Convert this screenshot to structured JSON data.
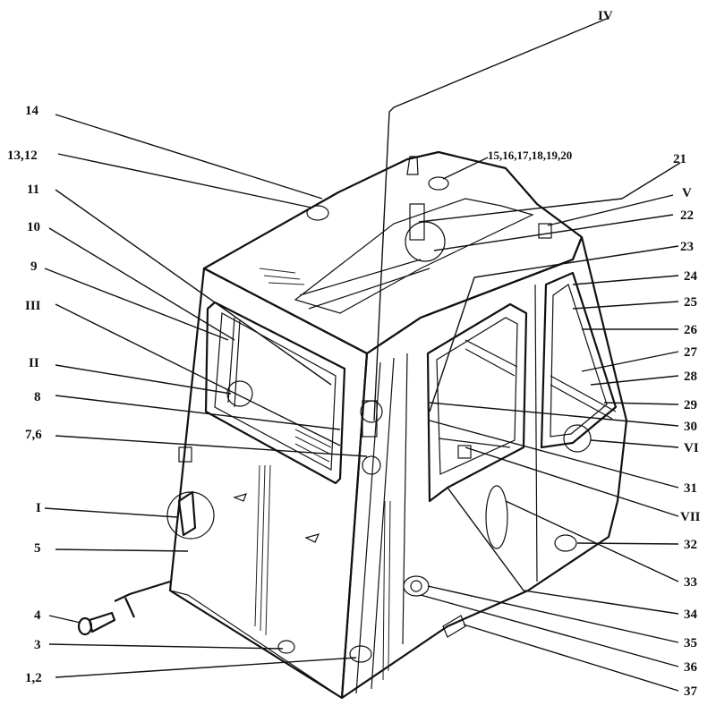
{
  "labels": {
    "l14": "14",
    "l13_12": "13,12",
    "l11": "11",
    "l10": "10",
    "l9": "9",
    "lIII": "III",
    "lII": "II",
    "l8": "8",
    "l7_6": "7,6",
    "lI": "I",
    "l5": "5",
    "l4": "4",
    "l3": "3",
    "l1_2": "1,2",
    "lIV": "IV",
    "l15_20": "15,16,17,18,19,20",
    "l21": "21",
    "lV": "V",
    "l22": "22",
    "l23": "23",
    "l24": "24",
    "l25": "25",
    "l26": "26",
    "l27": "27",
    "l28": "28",
    "l29": "29",
    "l30": "30",
    "lVI": "VI",
    "l31": "31",
    "lVII": "VII",
    "l32": "32",
    "l33": "33",
    "l34": "34",
    "l35": "35",
    "l36": "36",
    "l37": "37"
  },
  "colors": {
    "ink": "#111111",
    "paper": "#ffffff"
  }
}
